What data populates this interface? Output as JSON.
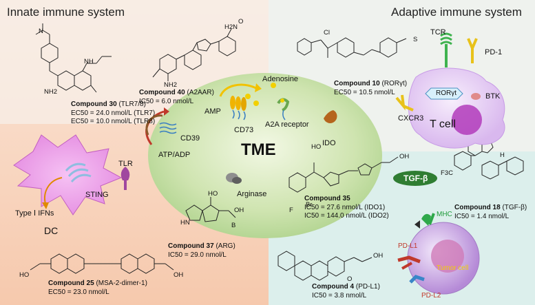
{
  "headers": {
    "innate": "Innate immune system",
    "adaptive": "Adaptive immune system"
  },
  "center": {
    "tme": "TME"
  },
  "labels": {
    "adenosine": "Adenosine",
    "amp": "AMP",
    "cd73": "CD73",
    "a2a": "A2A receptor",
    "cd39": "CD39",
    "atp_adp": "ATP/ADP",
    "ido": "IDO",
    "arginase": "Arginase",
    "tlr": "TLR",
    "sting": "STING",
    "type_ifns": "Type Ⅰ IFNs",
    "dc": "DC",
    "tcr": "TCR",
    "pd1": "PD-1",
    "ror": "RORγt",
    "btk": "BTK",
    "tcell": "T cell",
    "cxcr3": "CXCR3",
    "tgf": "TGF-β",
    "mhc": "MHC",
    "pdl1": "PD-L1",
    "pdl2": "PD-L2",
    "tumor": "Tumor cell"
  },
  "compounds": {
    "c30": {
      "name": "Compound 30",
      "target": "(TLR7/8)",
      "line1": "EC50 = 24.0 nmol/L (TLR7)",
      "line2": "EC50 = 10.0 nmol/L (TLR8)"
    },
    "c40": {
      "name": "Compound 40",
      "target": "(A2AAR)",
      "line1": "IC50 = 6.0 nmol/L"
    },
    "c10": {
      "name": "Compound 10",
      "target": "(RORγt)",
      "line1": "EC50 = 10.5 nmol/L"
    },
    "c35": {
      "name": "Compound 35",
      "line1": "IC50 = 27.6 nmol/L (IDO1)",
      "line2": "IC50 = 144.0 nmol/L (IDO2)"
    },
    "c18": {
      "name": "Compound 18",
      "target": "(TGF-β)",
      "line1": "IC50 = 1.4 nmol/L"
    },
    "c37": {
      "name": "Compound 37",
      "target": "(ARG)",
      "line1": "IC50 = 29.0 nmol/L"
    },
    "c25": {
      "name": "Compound 25",
      "target": "(MSA-2-dimer-1)",
      "line1": "EC50 = 23.0 nmol/L"
    },
    "c4": {
      "name": "Compound 4",
      "target": "(PD-L1)",
      "line1": "IC50 = 3.8 nmol/L"
    }
  },
  "atoms": {
    "nh2": "NH2",
    "nh": "NH",
    "n": "N",
    "o": "O",
    "cl": "Cl",
    "f": "F",
    "br": "Br",
    "b": "B",
    "oh": "OH",
    "ho": "HO",
    "h2n": "H2N",
    "f3c": "F3C",
    "hn": "HN",
    "ho_n": "HO",
    "s": "S",
    "h": "H",
    "n_equiv": "N"
  }
}
